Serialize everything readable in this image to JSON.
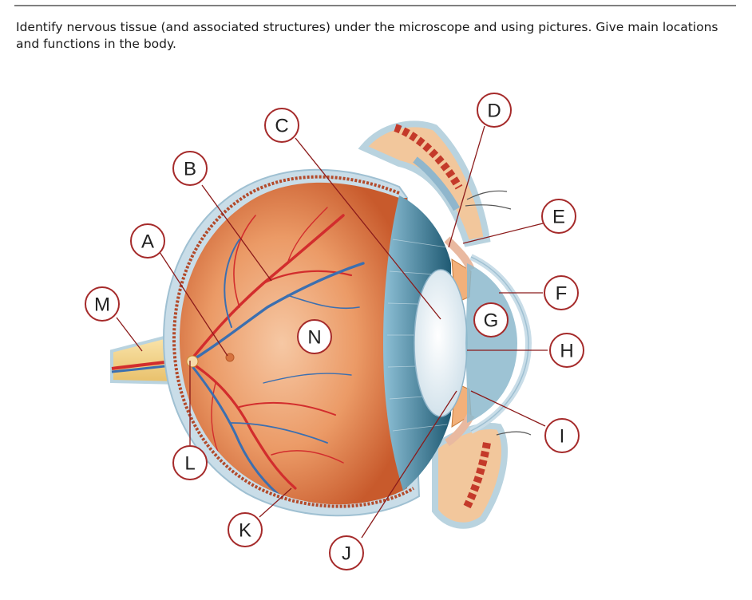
{
  "question": "Identify nervous tissue (and associated structures) under the microscope and using pictures. Give main locations and functions in the body.",
  "labels": {
    "A": "A",
    "B": "B",
    "C": "C",
    "D": "D",
    "E": "E",
    "F": "F",
    "G": "G",
    "H": "H",
    "I": "I",
    "J": "J",
    "K": "K",
    "L": "L",
    "M": "M",
    "N": "N"
  },
  "colors": {
    "label_ring": "#a52a2a",
    "leader_line": "#8b1a1a",
    "retina": "#e07a48",
    "sclera": "#c9dde8",
    "ciliary": "#2f6f88",
    "artery": "#d22d2d",
    "vein": "#3b6fb0",
    "nerve": "#f3d68a"
  }
}
